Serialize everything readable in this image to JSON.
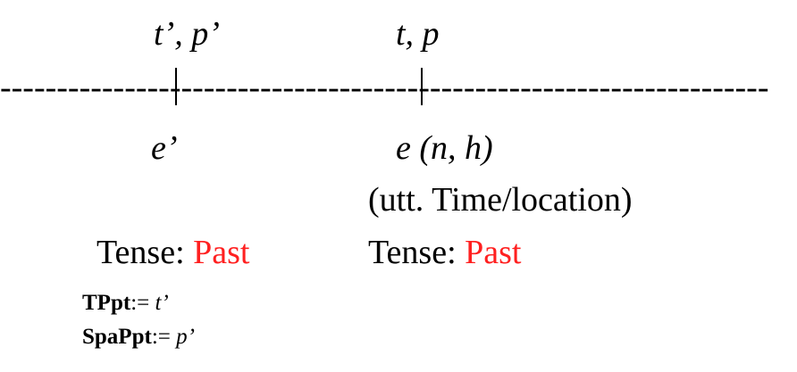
{
  "top_labels": {
    "left": "t’, p’",
    "right": "t, p"
  },
  "timeline": {
    "dashes": "--------------------------------------------------------------------"
  },
  "bottom_labels": {
    "left": "e’",
    "right": "e (n, h)"
  },
  "note": "(utt. Time/location)",
  "tense_left": {
    "prefix": "Tense: ",
    "value": "Past"
  },
  "tense_right": {
    "prefix": "Tense: ",
    "value": "Past"
  },
  "definitions": {
    "tppt_key": "TPpt",
    "tppt_op": ":= ",
    "tppt_val": "t’",
    "spappt_key": "SpaPpt",
    "spappt_op": ":= ",
    "spappt_val": "p’"
  },
  "colors": {
    "accent": "#ff2020",
    "text": "#000000"
  }
}
